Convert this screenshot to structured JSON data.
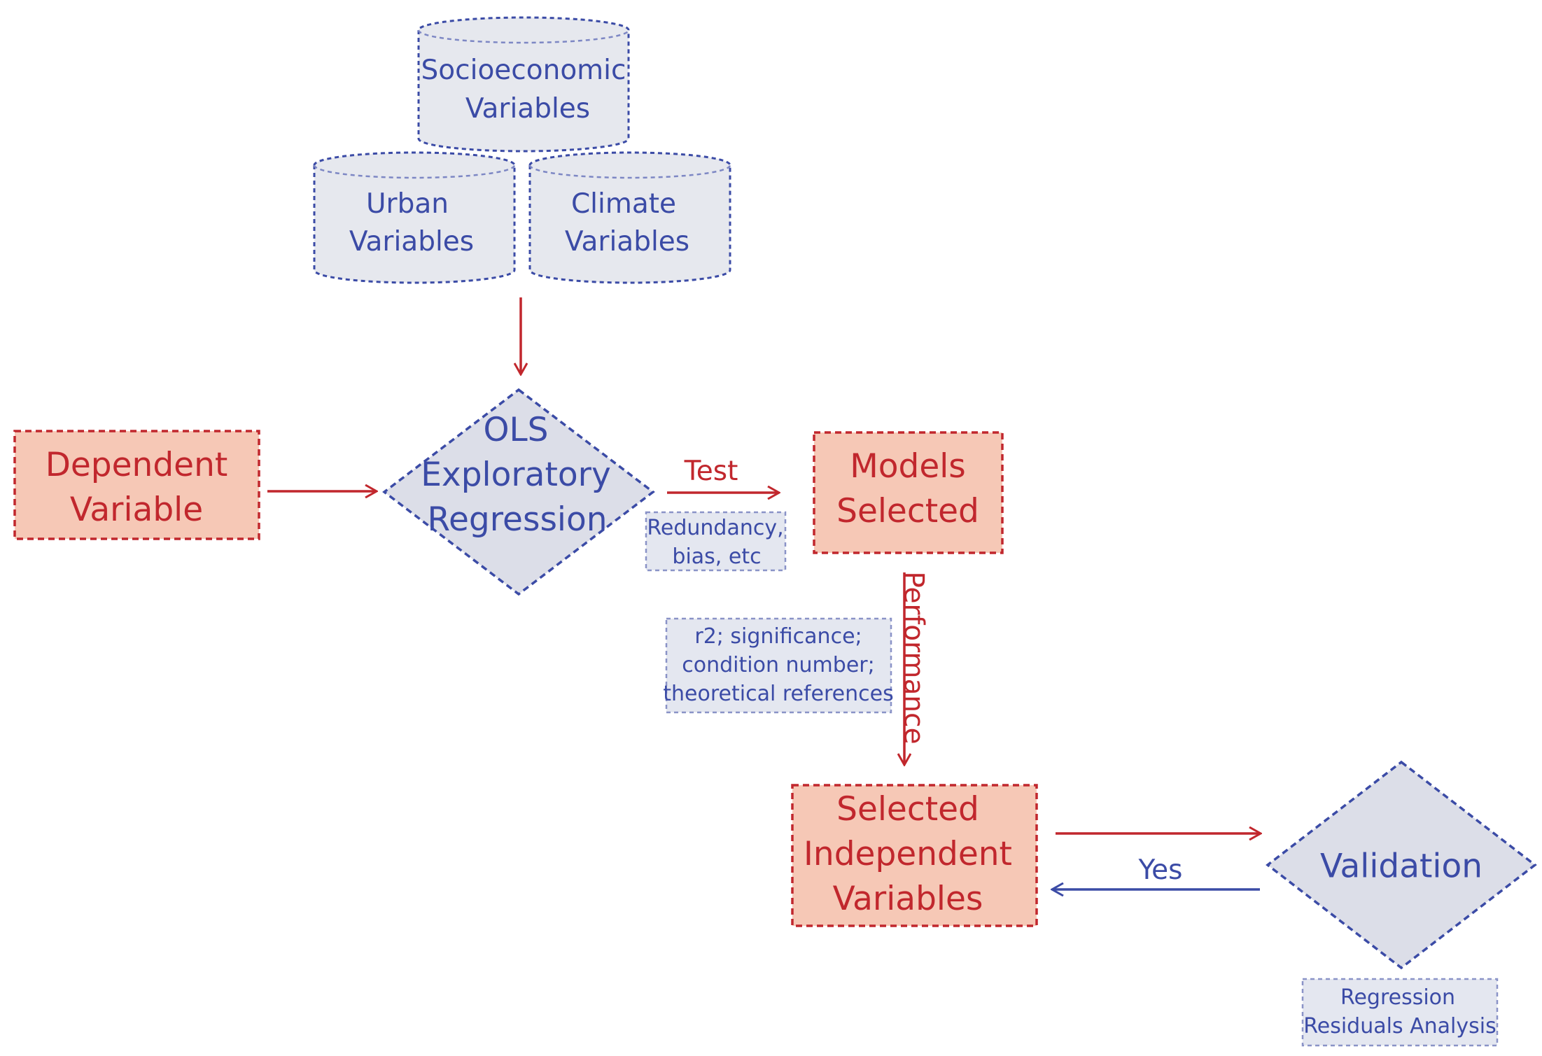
{
  "nodes": {
    "socioeconomic": {
      "line1": "Socioeconomic",
      "line2": "Variables"
    },
    "urban": {
      "line1": "Urban",
      "line2": "Variables"
    },
    "climate": {
      "line1": "Climate",
      "line2": "Variables"
    },
    "dependent": {
      "line1": "Dependent",
      "line2": "Variable"
    },
    "ols": {
      "line1": "OLS",
      "line2": "Exploratory",
      "line3": "Regression"
    },
    "models": {
      "line1": "Models",
      "line2": "Selected"
    },
    "selected_independent": {
      "line1": "Selected",
      "line2": "Independent",
      "line3": "Variables"
    },
    "validation": {
      "label": "Validation"
    }
  },
  "edges": {
    "test_label": "Test",
    "performance_label": "Performance",
    "yes_label": "Yes"
  },
  "notes": {
    "redundancy": {
      "line1": "Redundancy,",
      "line2": "bias, etc"
    },
    "criteria": {
      "line1": "r2; significance;",
      "line2": "condition number;",
      "line3": "theoretical references"
    },
    "residuals": {
      "line1": "Regression",
      "line2": "Residuals Analysis"
    }
  },
  "colors": {
    "blue": "#3b4ba6",
    "red": "#c1272d",
    "salmon_fill": "#f6c8b6",
    "gray_fill": "#dcdee8"
  }
}
